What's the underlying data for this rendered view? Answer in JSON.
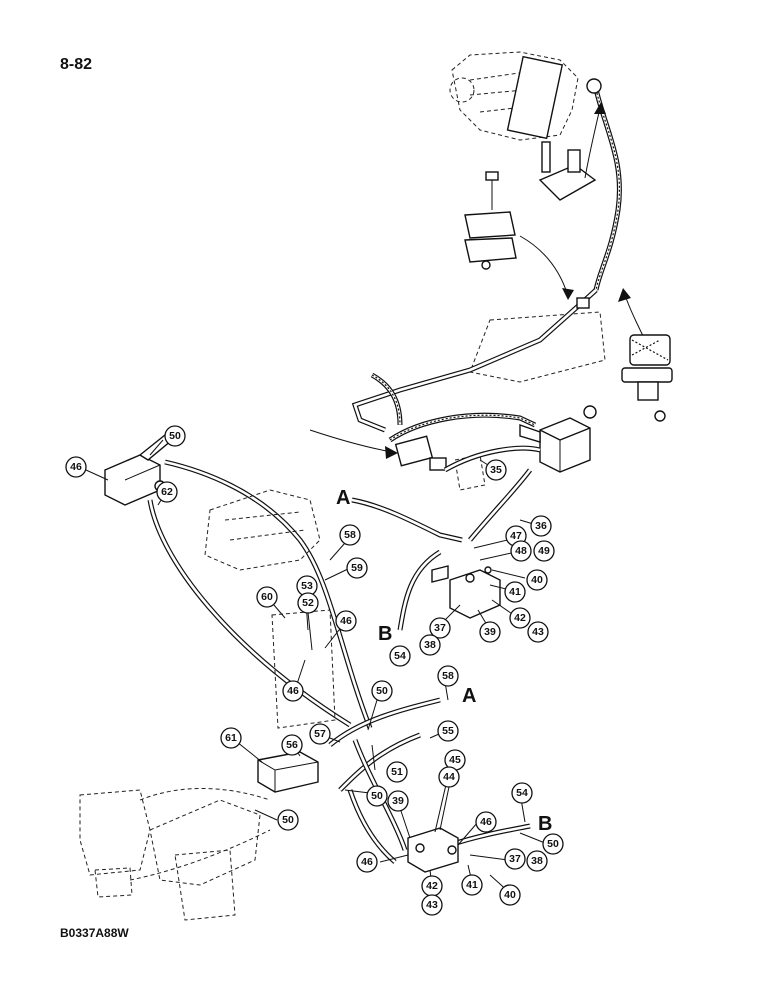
{
  "page": {
    "page_number": "8-82",
    "figure_code": "B0337A88W"
  },
  "reference_letters": [
    "A",
    "B",
    "A",
    "B"
  ],
  "callouts": [
    "50",
    "46",
    "62",
    "35",
    "36",
    "47",
    "48",
    "49",
    "40",
    "41",
    "42",
    "43",
    "39",
    "37",
    "38",
    "58",
    "59",
    "53",
    "52",
    "60",
    "46",
    "46",
    "54",
    "58",
    "55",
    "50",
    "57",
    "56",
    "61",
    "45",
    "44",
    "51",
    "50",
    "39",
    "46",
    "54",
    "50",
    "37",
    "38",
    "41",
    "40",
    "42",
    "43",
    "46",
    "50"
  ]
}
